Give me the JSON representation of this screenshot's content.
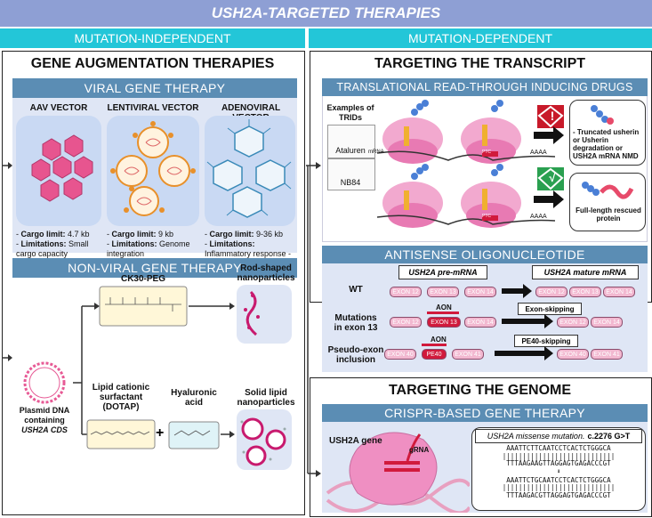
{
  "title": "USH2A-TARGETED THERAPIES",
  "columns": {
    "left": "MUTATION-INDEPENDENT",
    "right": "MUTATION-DEPENDENT"
  },
  "gene_aug": {
    "title": "GENE AUGMENTATION THERAPIES",
    "viral": {
      "header": "VIRAL GENE THERAPY",
      "vectors": [
        {
          "name": "AAV VECTOR",
          "cargo_label": "Cargo limit:",
          "cargo_value": "4.7 kb",
          "limit_label": "Limitations:",
          "limit_value": "Small cargo capacity"
        },
        {
          "name": "LENTIVIRAL VECTOR",
          "cargo_label": "Cargo limit:",
          "cargo_value": "9 kb",
          "limit_label": "Limitations:",
          "limit_value": "Genome integration"
        },
        {
          "name": "ADENOVIRAL VECTOR",
          "cargo_label": "Cargo limit:",
          "cargo_value": "9-36 kb",
          "limit_label": "Limitations:",
          "limit_value": "Inflammatory response - Transient expression"
        }
      ]
    },
    "nonviral": {
      "header": "NON-VIRAL GENE THERAPY",
      "plasmid_line1": "Plasmid DNA",
      "plasmid_line2": "containing",
      "plasmid_line3": "USH2A CDS",
      "ck30": "CK30-PEG",
      "lipid_line1": "Lipid cationic",
      "lipid_line2": "surfactant",
      "lipid_line3": "(DOTAP)",
      "plus": "+",
      "hyal_line1": "Hyaluronic",
      "hyal_line2": "acid",
      "rod_line1": "Rod-shaped",
      "rod_line2": "nanoparticles",
      "solid_line1": "Solid lipid",
      "solid_line2": "nanoparticles"
    }
  },
  "transcript": {
    "title": "TARGETING THE TRANSCRIPT",
    "trid": {
      "header": "TRANSLATIONAL READ-THROUGH INDUCING DRUGS",
      "examples_line1": "Examples of",
      "examples_line2": "TRIDs",
      "drug1": "Ataluren",
      "drug2": "NB84",
      "mrna": "mRNA",
      "aaaa": "AAAA",
      "ptc": "PTC",
      "warn_symbol": "!",
      "ok_symbol": "√",
      "outcome_bad": "- Truncated usherin or Usherin degradation or USH2A mRNA NMD",
      "outcome_good": "Full-length rescued protein"
    },
    "aon": {
      "header": "ANTISENSE OLIGONUCLEOTIDE",
      "pre_mrna": "USH2A pre-mRNA",
      "mature_mrna": "USH2A mature mRNA",
      "rows": [
        {
          "label": "WT",
          "exons": [
            "EXON 12",
            "EXON 13",
            "EXON 14"
          ],
          "mature": [
            "EXON 12",
            "EXON 13",
            "EXON 14"
          ]
        },
        {
          "label_line1": "Mutations",
          "label_line2": "in exon 13",
          "aon": "AON",
          "skip": "Exon-skipping",
          "exons": [
            "EXON 12",
            "EXON 13",
            "EXON 14"
          ],
          "mature": [
            "EXON 12",
            "EXON 14"
          ]
        },
        {
          "label_line1": "Pseudo-exon",
          "label_line2": "inclusion",
          "aon": "AON",
          "skip": "PE40-skipping",
          "exons": [
            "EXON 40",
            "PE40",
            "EXON 41"
          ],
          "mature": [
            "EXON 40",
            "EXON 41"
          ]
        }
      ]
    }
  },
  "genome": {
    "title": "TARGETING THE GENOME",
    "crispr": {
      "header": "CRISPR-BASED GENE THERAPY",
      "gene": "USH2A gene",
      "grna": "gRNA",
      "mutation_title": "USH2A missense mutation.",
      "mutation_code": "c.2276 G>T",
      "seq_top1": "AAATTCTTCAATCCTCACTCTGGGCA",
      "seq_bot1": "TTTAAGAAGTTAGGAGTGAGACCCGT",
      "seq_top2": "AAATTCTGCAATCCTCACTCTGGGCA",
      "seq_bot2": "TTTAAGACGTTAGGAGTGAGACCCGT",
      "bars": "||||||||||||||||||||||||||||"
    }
  },
  "colors": {
    "banner": "#8e9fd4",
    "cyan": "#23c6d8",
    "subheader": "#5b8db4",
    "panel": "#dfe6f5",
    "exon": "#f2b8d0",
    "mutant": "#d11a3c"
  }
}
